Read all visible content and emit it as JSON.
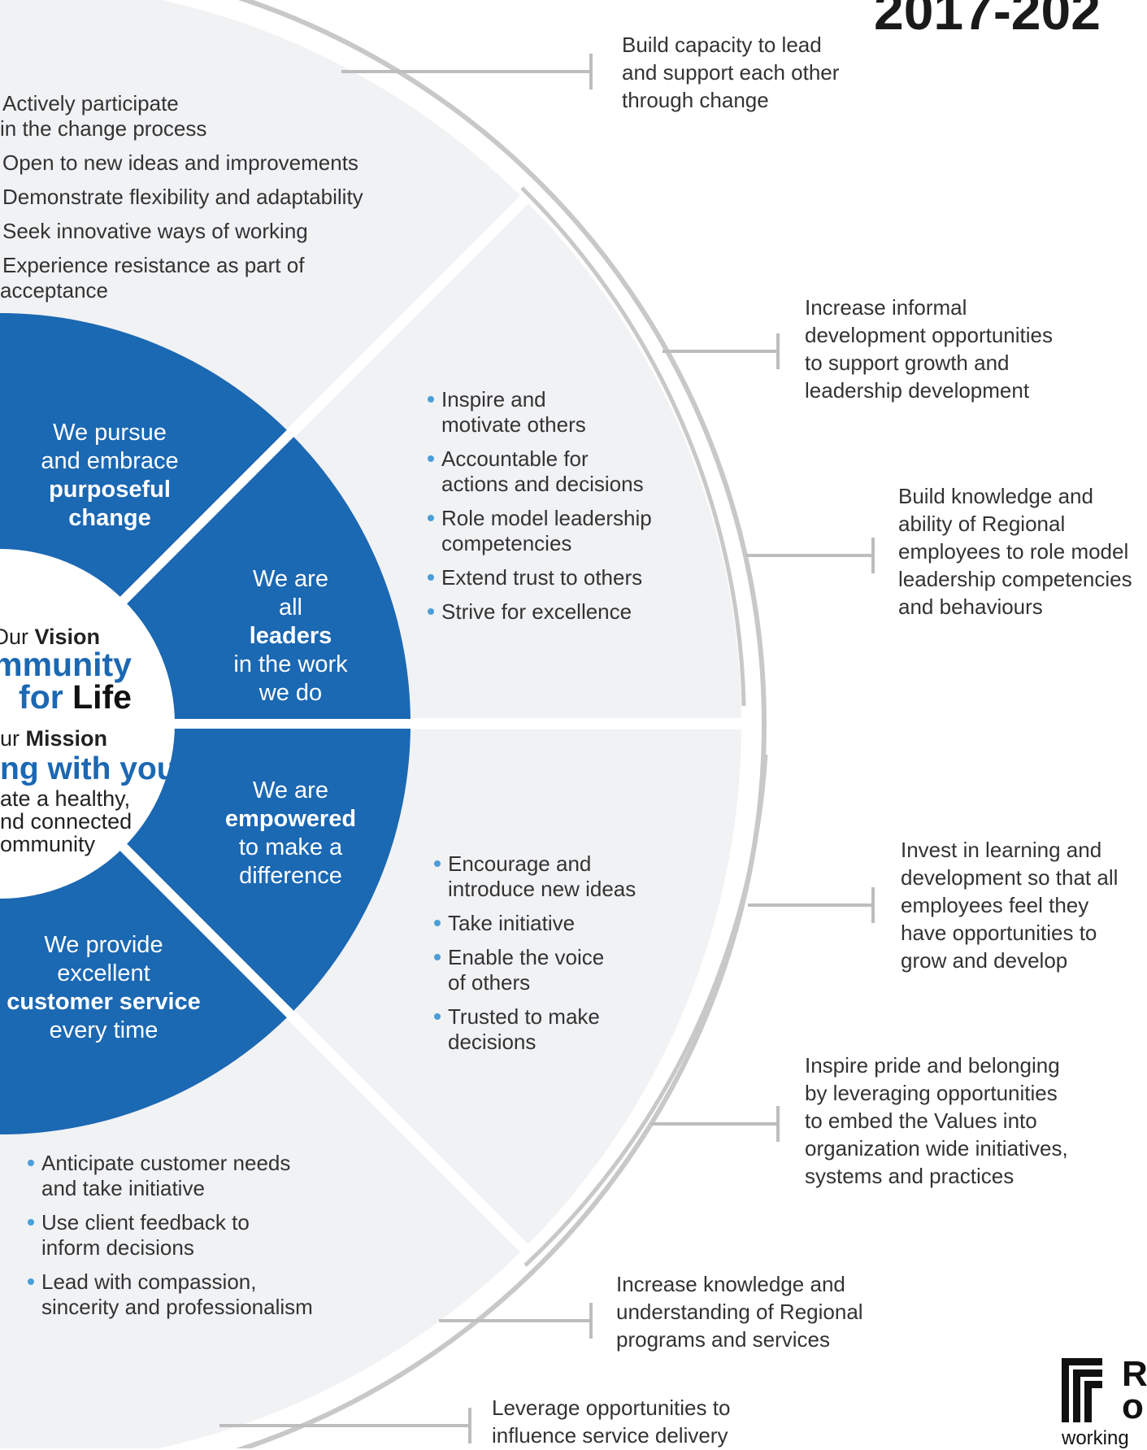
{
  "title": "2017-202",
  "center": {
    "vision_label_pre": "Our ",
    "vision_label_bold": "Vision",
    "vision_line1": "mmunity",
    "vision_line2_blue": "for ",
    "vision_line2_black": "Life",
    "mission_label_pre": "ur ",
    "mission_label_bold": "Mission",
    "mission_line": "ng with you",
    "mission_desc1": "ate a healthy,",
    "mission_desc2": "nd connected",
    "mission_desc3": "ommunity"
  },
  "wedges": {
    "change": {
      "line1": "We pursue",
      "line2": "and embrace",
      "bold1": "purposeful",
      "bold2": "change"
    },
    "leaders": {
      "line1": "We are",
      "pre2": "all ",
      "bold2": "leaders",
      "line3": "in the work",
      "line4": "we do"
    },
    "empowered": {
      "line1": "We are",
      "bold": "empowered",
      "line3": "to make a",
      "line4": "difference"
    },
    "service": {
      "line1": "We provide",
      "line2": "excellent",
      "bold": "customer service",
      "line4": "every time"
    }
  },
  "change_behaviours": [
    {
      "l1": "Actively participate",
      "l2": "in the change process"
    },
    {
      "l1": "Open to new ideas and improvements"
    },
    {
      "l1": "Demonstrate flexibility and adaptability"
    },
    {
      "l1": "Seek innovative ways of working"
    },
    {
      "l1": "Experience resistance as part of",
      "l2": "acceptance"
    }
  ],
  "leader_behaviours": [
    {
      "l1": "Inspire and",
      "l2": "motivate others"
    },
    {
      "l1": "Accountable for",
      "l2": "actions and decisions"
    },
    {
      "l1": "Role model leadership",
      "l2": "competencies"
    },
    {
      "l1": "Extend trust to others"
    },
    {
      "l1": "Strive for excellence"
    }
  ],
  "empowered_behaviours": [
    {
      "l1": "Encourage and",
      "l2": "introduce new ideas"
    },
    {
      "l1": "Take initiative"
    },
    {
      "l1": "Enable the voice",
      "l2": "of others"
    },
    {
      "l1": "Trusted to make",
      "l2": "decisions"
    }
  ],
  "service_behaviours": [
    {
      "l1": "Anticipate customer needs",
      "l2": "and take initiative"
    },
    {
      "l1": "Use client feedback to",
      "l2": "inform decisions"
    },
    {
      "l1": "Lead with compassion,",
      "l2": "sincerity and professionalism"
    }
  ],
  "callouts": [
    {
      "id": "c1",
      "lines": [
        "Build capacity to lead",
        "and support each other",
        "through change"
      ]
    },
    {
      "id": "c2",
      "lines": [
        "Increase informal",
        "development opportunities",
        "to support growth and",
        "leadership development"
      ]
    },
    {
      "id": "c3",
      "lines": [
        "Build knowledge and",
        "ability of Regional",
        "employees to role model",
        "leadership competencies",
        "and behaviours"
      ]
    },
    {
      "id": "c4",
      "lines": [
        "Invest in learning and",
        "development so that all",
        "employees feel they",
        "have opportunities to",
        "grow and develop"
      ]
    },
    {
      "id": "c5",
      "lines": [
        "Inspire pride and belonging",
        "by leveraging opportunities",
        "to embed the Values into",
        "organization wide initiatives,",
        "systems and practices"
      ]
    },
    {
      "id": "c6",
      "lines": [
        "Increase knowledge and",
        "understanding of Regional",
        "programs and services"
      ]
    },
    {
      "id": "c7",
      "lines": [
        "Leverage opportunities to",
        "influence service delivery"
      ]
    }
  ],
  "logo": {
    "letter1": "R",
    "letter2": "o",
    "tagline": "working"
  },
  "colors": {
    "blue": "#1b68b3",
    "panel": "#f1f2f4",
    "ring": "#c8c8c8",
    "bullet": "#4a9fd8",
    "connector": "#bdbdbd"
  }
}
